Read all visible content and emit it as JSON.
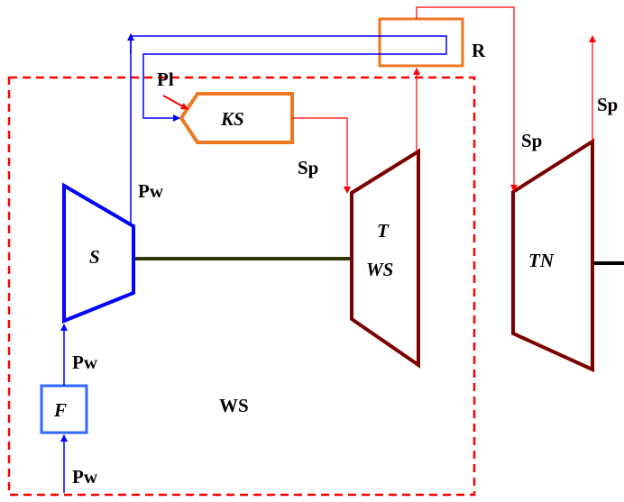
{
  "labels": {
    "R": "R",
    "Pl": "Pl",
    "KS": "KS",
    "Sp_ks": "Sp",
    "Sp_tn_left": "Sp",
    "Sp_right": "Sp",
    "Pw_s": "Pw",
    "S": "S",
    "T": "T",
    "WS_turbine": "WS",
    "TN": "TN",
    "Pw_mid": "Pw",
    "F": "F",
    "WS_area": "WS",
    "Pw_bottom": "Pw"
  },
  "colors": {
    "blue": "#0000ff",
    "red": "#ff0000",
    "orange": "#ee7722",
    "maroon": "#7b0000",
    "shaft": "#333300",
    "black": "#000000",
    "filter_blue": "#3366ff"
  }
}
